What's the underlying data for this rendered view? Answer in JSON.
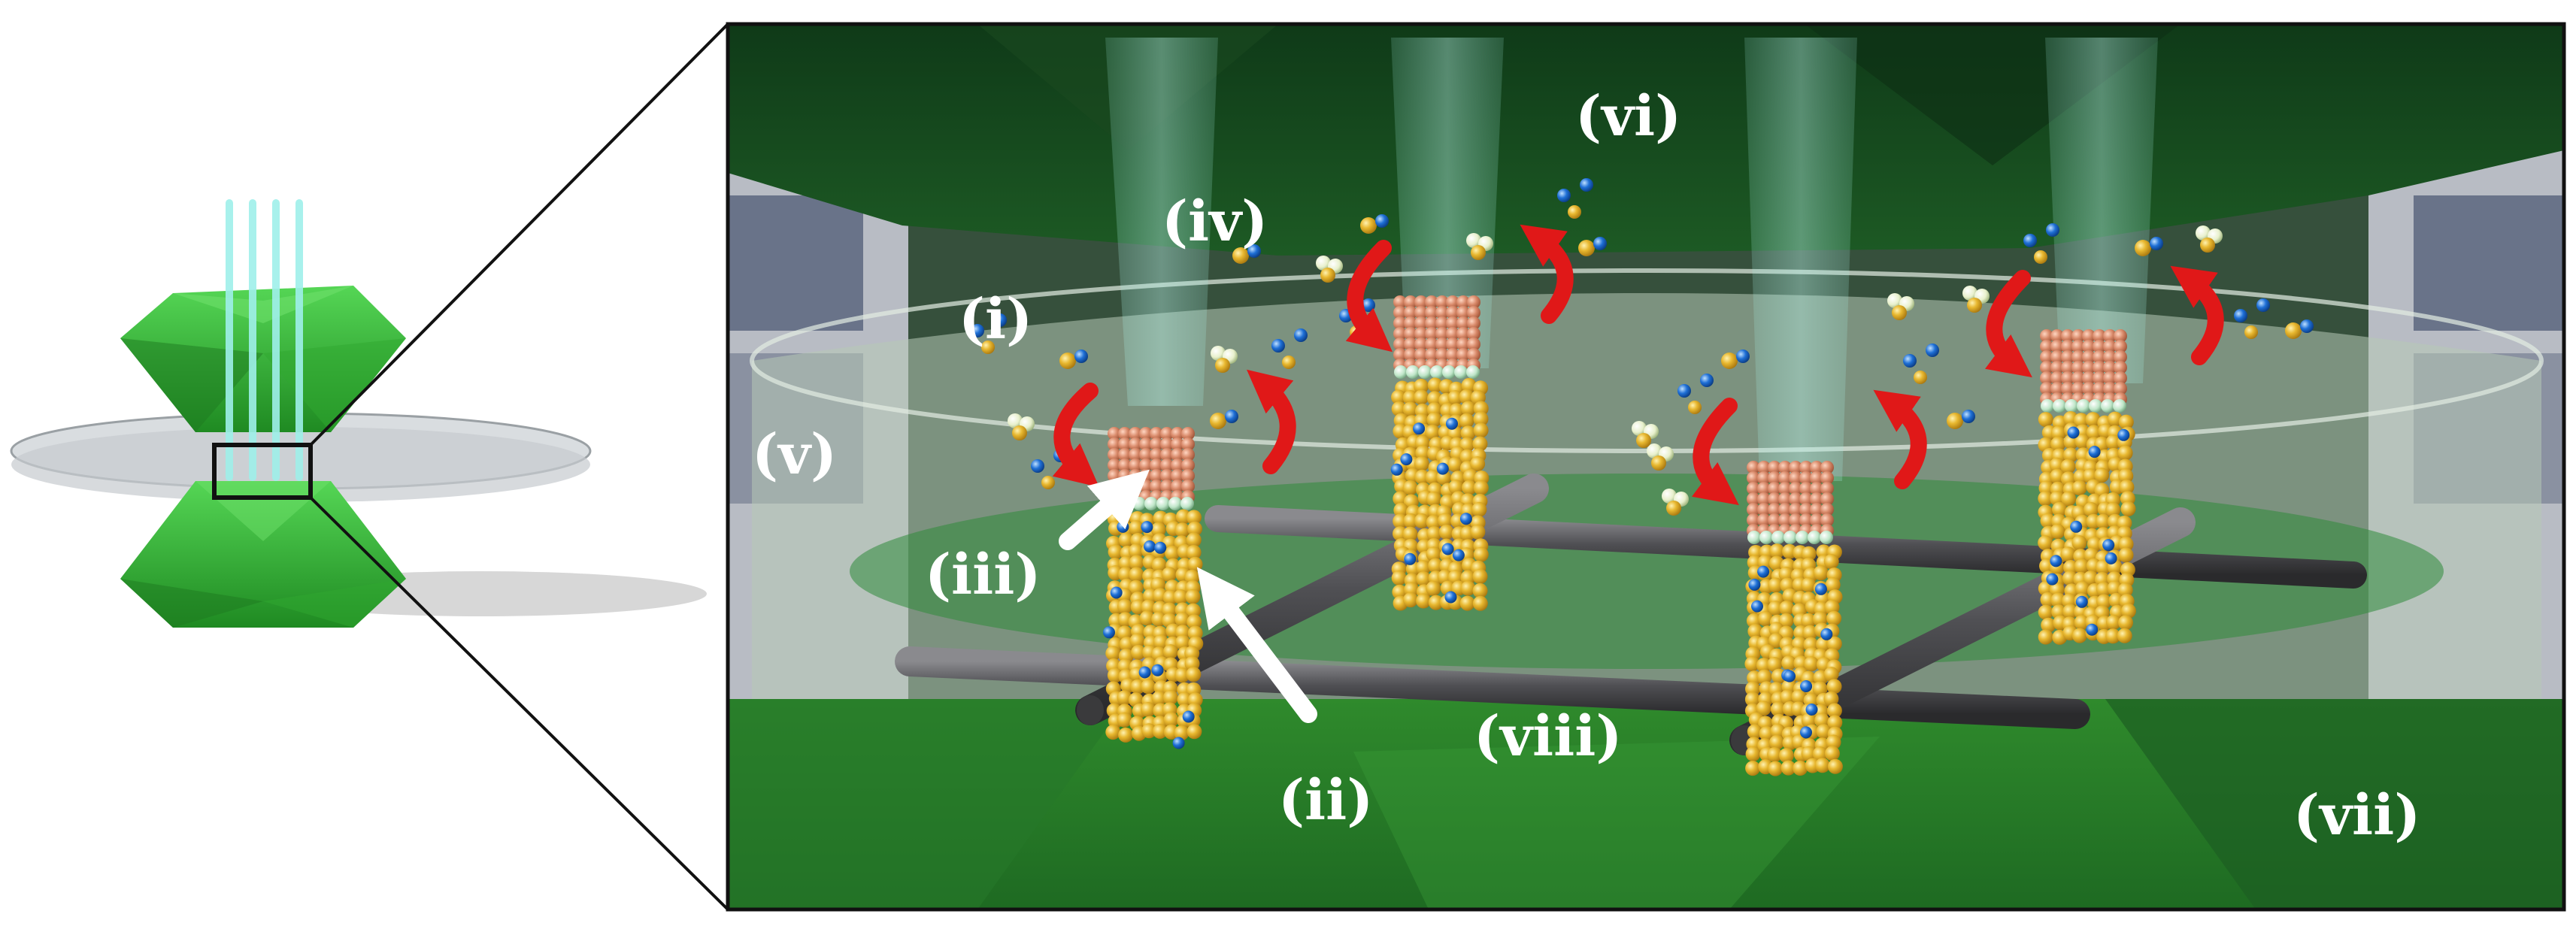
{
  "figure": {
    "labels": {
      "i": "(i)",
      "ii": "(ii)",
      "iii": "(iii)",
      "iv": "(iv)",
      "v": "(v)",
      "vi": "(vi)",
      "vii": "(vii)",
      "viii": "(viii)"
    }
  },
  "colors": {
    "diamond": "#2db82d",
    "diamond_dark": "#1f6e24",
    "beam": "#7fe3d6",
    "gasket": "#cfd4d6",
    "gold": "#e8b830",
    "copper": "#d98a6a",
    "oxygen": "#1e6fd6",
    "hydrogen": "#eef4d4",
    "arrow_red": "#e01818",
    "rod": "#4e4e52"
  }
}
